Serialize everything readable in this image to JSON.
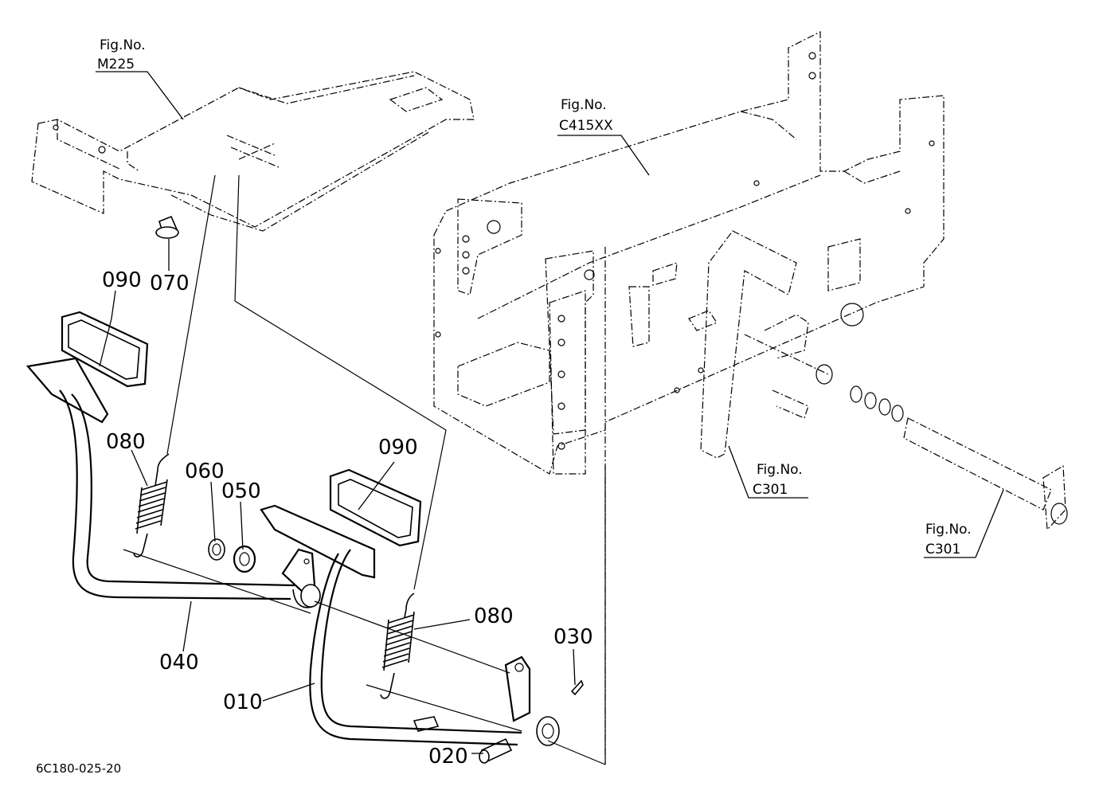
{
  "diagram": {
    "drawing_code": "6C180-025-20",
    "fig_refs": [
      {
        "id": "m225",
        "label": "Fig.No.",
        "number": "M225"
      },
      {
        "id": "c415xx",
        "label": "Fig.No.",
        "number": "C415XX"
      },
      {
        "id": "c301a",
        "label": "Fig.No.",
        "number": "C301"
      },
      {
        "id": "c301b",
        "label": "Fig.No.",
        "number": "C301"
      }
    ],
    "parts": [
      {
        "id": "p090a",
        "number": "090"
      },
      {
        "id": "p070",
        "number": "070"
      },
      {
        "id": "p080a",
        "number": "080"
      },
      {
        "id": "p060",
        "number": "060"
      },
      {
        "id": "p050",
        "number": "050"
      },
      {
        "id": "p090b",
        "number": "090"
      },
      {
        "id": "p040",
        "number": "040"
      },
      {
        "id": "p080b",
        "number": "080"
      },
      {
        "id": "p030",
        "number": "030"
      },
      {
        "id": "p010",
        "number": "010"
      },
      {
        "id": "p020",
        "number": "020"
      }
    ]
  }
}
